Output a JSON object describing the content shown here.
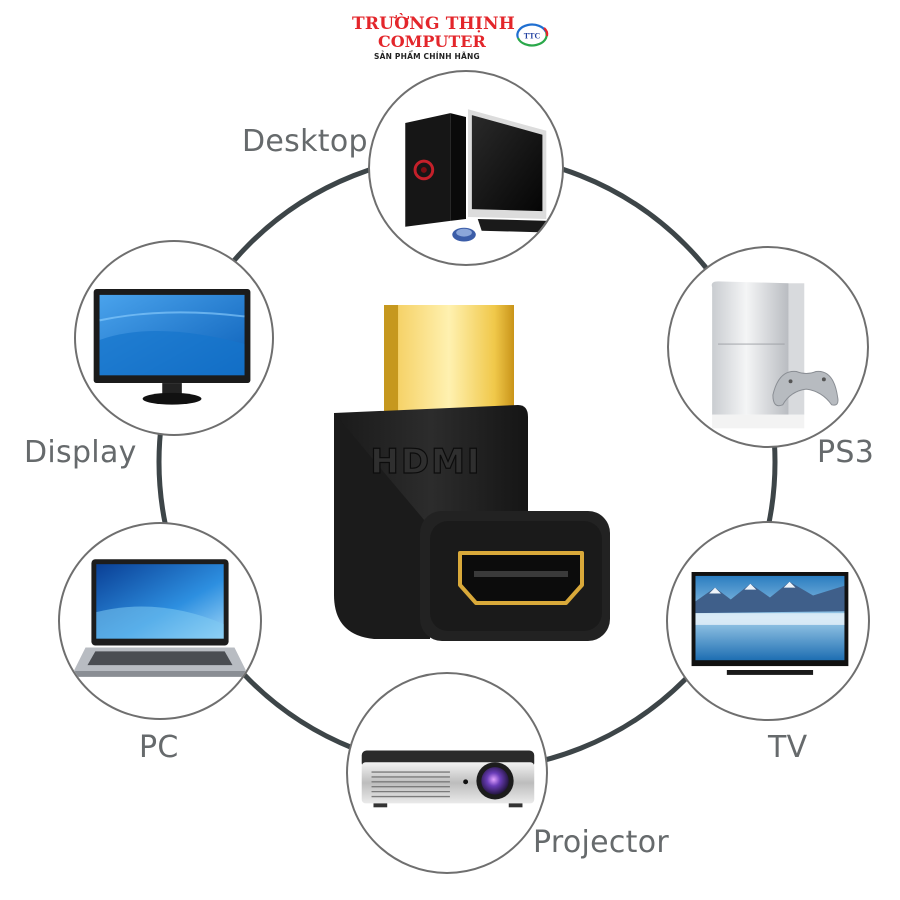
{
  "brand": {
    "name_line1": "TRƯỜNG THỊNH",
    "name_line2": "COMPUTER",
    "tagline": "SẢN PHẨM CHÍNH HÃNG",
    "badge_text": "TTC",
    "brand_color": "#e3262b"
  },
  "product": {
    "name": "HDMI right-angle adapter",
    "embossed_text": "HDMI"
  },
  "devices": [
    {
      "id": "desktop",
      "label": "Desktop"
    },
    {
      "id": "ps3",
      "label": "PS3"
    },
    {
      "id": "tv",
      "label": "TV"
    },
    {
      "id": "projector",
      "label": "Projector"
    },
    {
      "id": "pc",
      "label": "PC"
    },
    {
      "id": "display",
      "label": "Display"
    }
  ],
  "colors": {
    "ring": "#3d4548",
    "node_border": "#6f6f6f",
    "label_text": "#666a6c",
    "gold": "#e8b923"
  }
}
